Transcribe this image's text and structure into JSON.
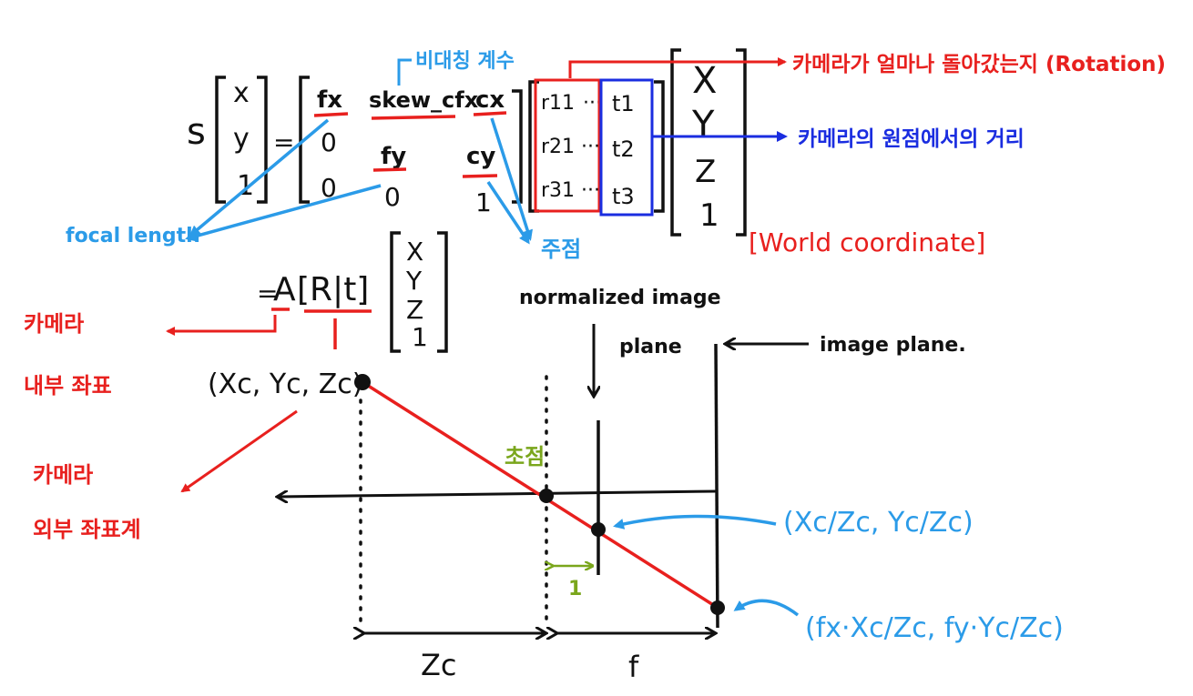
{
  "colors": {
    "ink": "#111111",
    "red": "#e8201e",
    "blue": "#2b9be8",
    "navy": "#1a2de0",
    "green": "#7aa61c"
  },
  "equation": {
    "scale": "s",
    "image_vector": [
      "x",
      "y",
      "1"
    ],
    "equals": "=",
    "intrinsic_row1": [
      "fx",
      "skew_cfx",
      "cx"
    ],
    "intrinsic_row2": [
      "0",
      "fy",
      "cy"
    ],
    "intrinsic_row3": [
      "0",
      "0",
      "1"
    ],
    "rotation_col": [
      "r11",
      "r21",
      "r31"
    ],
    "dots": [
      "···",
      "···",
      "···"
    ],
    "translation_col": [
      "t1",
      "t2",
      "t3"
    ],
    "world_vector": [
      "X",
      "Y",
      "Z",
      "1"
    ]
  },
  "compact": {
    "prefix": "=",
    "A": "A",
    "Rt": "[R|t]",
    "vector": [
      "X",
      "Y",
      "Z",
      "1"
    ]
  },
  "annotations": {
    "skew": "비대칭 계수",
    "rotation": "카메라가 얼마나 돌아갔는지 (Rotation)",
    "translation": "카메라의 원점에서의 거리",
    "focal": "focal length",
    "principal": "주점",
    "world": "[World coordinate]",
    "intrinsic": [
      "카메라",
      "내부 좌표"
    ],
    "extrinsic": [
      "카메라",
      "외부 좌표계"
    ]
  },
  "diagram": {
    "camera_point": "(Xc, Yc, Zc)",
    "focus": "초점",
    "normalized_plane": [
      "normalized image",
      "plane"
    ],
    "image_plane": "image plane.",
    "normalized_point": "(Xc/Zc, Yc/Zc)",
    "image_point": "(fx·Xc/Zc, fy·Yc/Zc)",
    "unit": "1",
    "zc": "Zc",
    "f": "f"
  }
}
